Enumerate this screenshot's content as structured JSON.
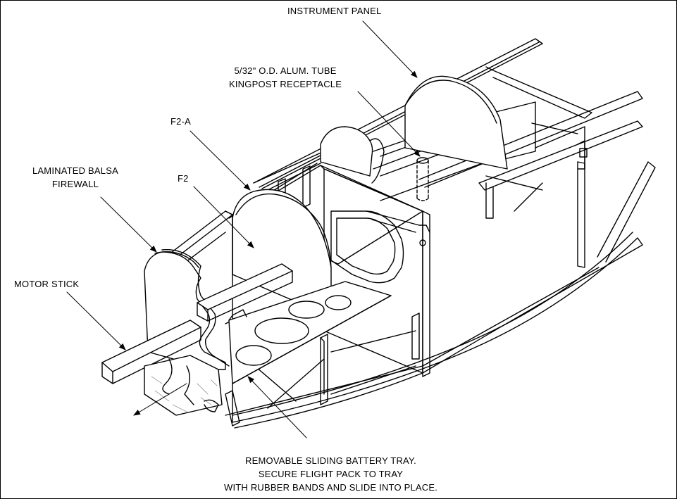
{
  "labels": {
    "instrument_panel": "INSTRUMENT PANEL",
    "kingpost_line1": "5/32\" O.D. ALUM. TUBE",
    "kingpost_line2": "KINGPOST RECEPTACLE",
    "f2a": "F2-A",
    "firewall_line1": "LAMINATED BALSA",
    "firewall_line2": "FIREWALL",
    "f2": "F2",
    "motor_stick": "MOTOR STICK",
    "tray_line1": "REMOVABLE SLIDING BATTERY TRAY.",
    "tray_line2": "SECURE FLIGHT PACK TO TRAY",
    "tray_line3": "WITH RUBBER BANDS AND SLIDE INTO PLACE."
  },
  "colors": {
    "ink": "#000000",
    "paper": "#ffffff",
    "grain": "#777777"
  }
}
